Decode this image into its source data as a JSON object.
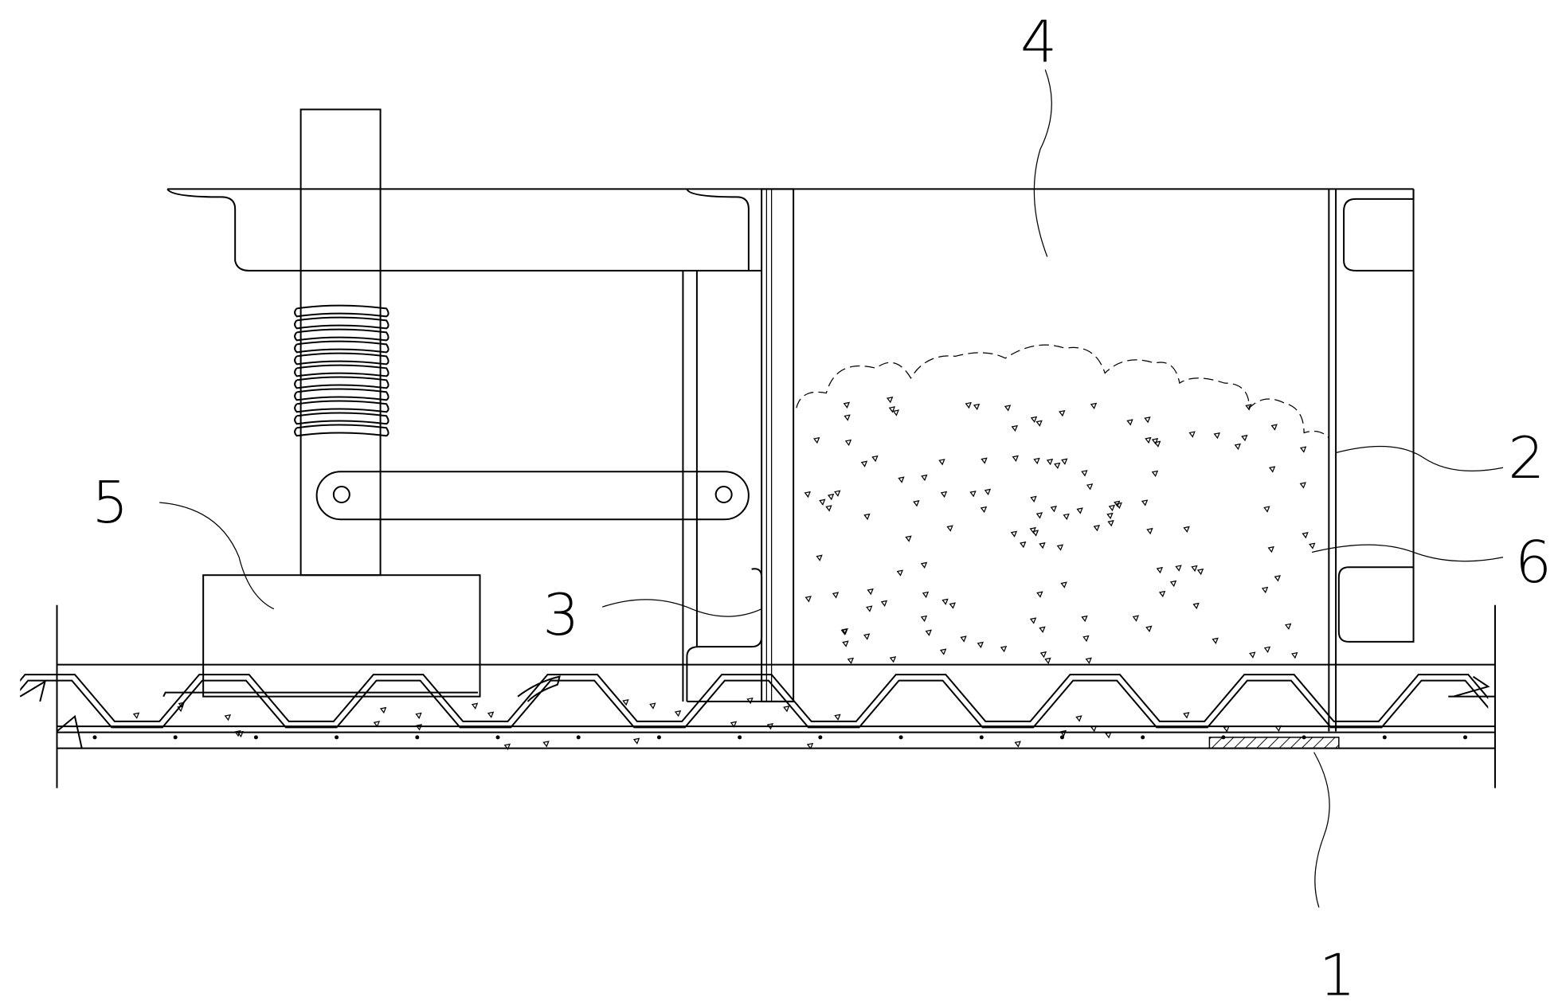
{
  "figure": {
    "labels": {
      "one": "1",
      "two": "2",
      "three": "3",
      "four": "4",
      "five": "5",
      "six": "6"
    },
    "fill_particle_count": 160
  }
}
